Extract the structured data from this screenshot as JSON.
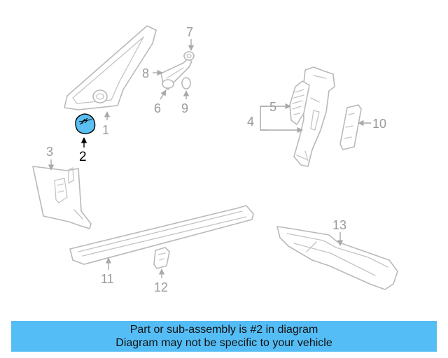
{
  "diagram": {
    "highlight_color": "#5bbff2",
    "callouts": {
      "p1": "1",
      "p2": "2",
      "p3": "3",
      "p4": "4",
      "p5": "5",
      "p6": "6",
      "p7": "7",
      "p8": "8",
      "p9": "9",
      "p10": "10",
      "p11": "11",
      "p12": "12",
      "p13": "13"
    }
  },
  "banner": {
    "line1": "Part or sub-assembly is #2 in diagram",
    "line2": "Diagram may not be specific to your vehicle",
    "background": "#55bdf5"
  }
}
